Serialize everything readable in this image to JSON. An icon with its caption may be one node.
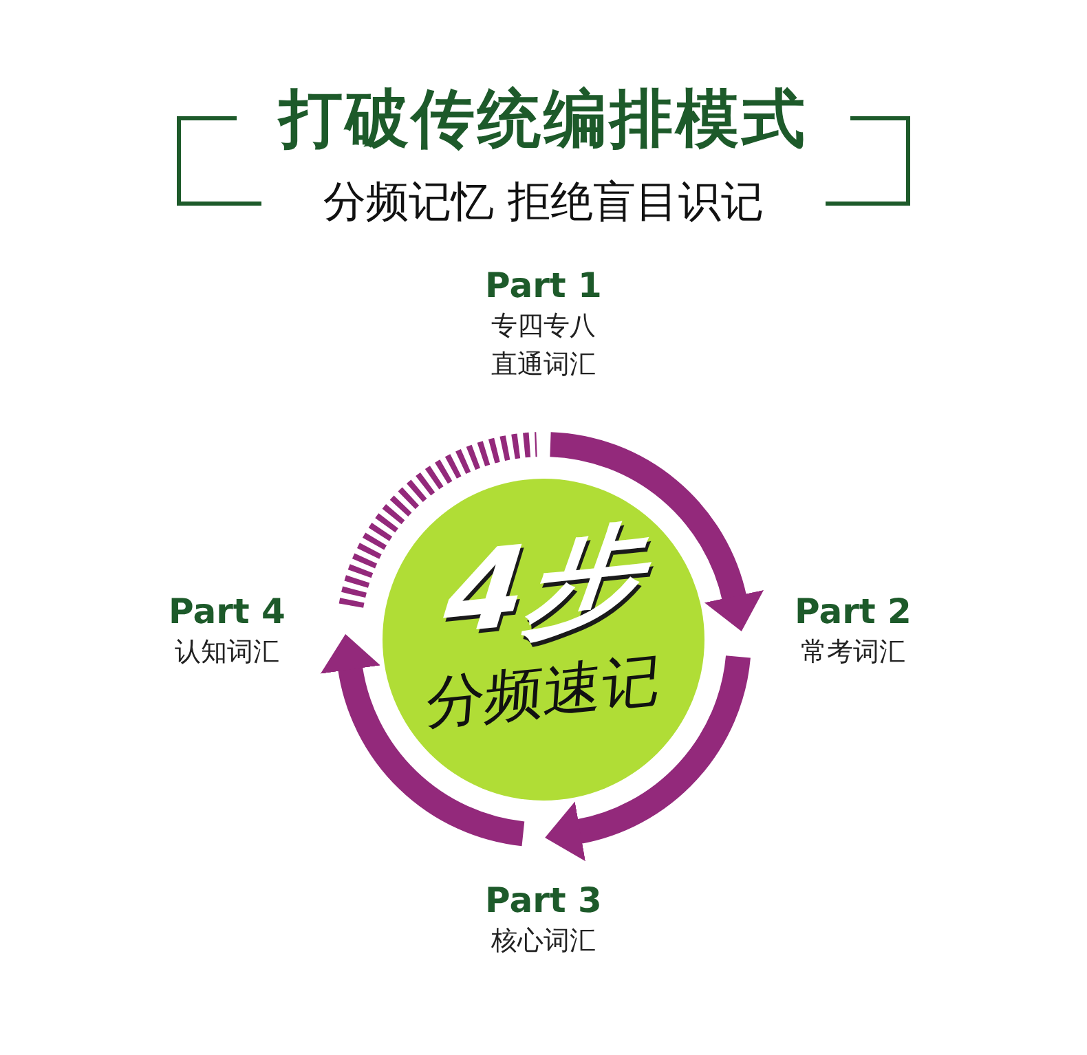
{
  "diagram": {
    "title": "打破传统编排模式",
    "nodes": [
      {
        "text": [
          "Part 1",
          "专四专八直通词汇"
        ]
      },
      {
        "text": [
          "Part 2",
          "常考词汇"
        ]
      },
      {
        "text": [
          "Part 3",
          "核心词汇"
        ]
      },
      {
        "text": [
          "Part 4",
          "认知词汇"
        ]
      },
      {
        "text": [
          "4步",
          "分频速记"
        ]
      }
    ],
    "labels": [
      "分频记忆 拒绝盲目识记"
    ]
  }
}
